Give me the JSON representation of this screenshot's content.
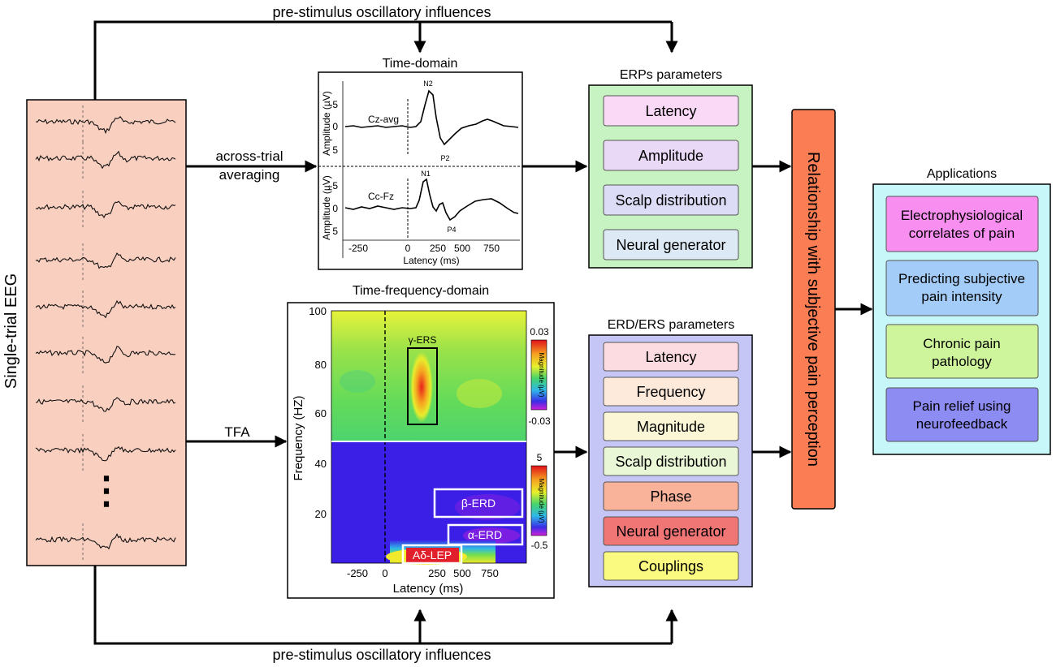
{
  "top_label": "pre-stimulus oscillatory influences",
  "bottom_label": "pre-stimulus oscillatory influences",
  "single_trial": {
    "label": "Single-trial EEG",
    "ellipsis": "⋮"
  },
  "arrow_labels": {
    "across_1": "across-trial",
    "across_2": "averaging",
    "tfa": "TFA"
  },
  "time_domain": {
    "title": "Time-domain",
    "top_panel": {
      "channel": "Cz-avg",
      "peak_neg": "N2",
      "peak_pos": "P2",
      "ylabel": "Amplitude (µV)",
      "yticks": [
        "-5",
        "0",
        "5"
      ]
    },
    "bottom_panel": {
      "channel": "Cc-Fz",
      "peak_neg": "N1",
      "peak_pos": "P4",
      "ylabel": "Amplitude (µV)",
      "yticks": [
        "-5",
        "0",
        "5"
      ]
    },
    "xticks": [
      "-250",
      "0",
      "250",
      "500",
      "750"
    ],
    "xlabel": "Latency (ms)"
  },
  "tf_domain": {
    "title": "Time-frequency-domain",
    "ylabel": "Frequency (HZ)",
    "yticks": [
      "100",
      "80",
      "60",
      "40",
      "20"
    ],
    "xticks": [
      "-250",
      "0",
      "250",
      "500",
      "750"
    ],
    "xlabel": "Latency (ms)",
    "regions": {
      "gamma": "γ-ERS",
      "beta": "β-ERD",
      "alpha": "α-ERD",
      "lep": "Aδ-LEP"
    },
    "colorbar_top": {
      "max": "0.03",
      "min": "-0.03",
      "label": "Magnitude (µV)"
    },
    "colorbar_bottom": {
      "max": "5",
      "min": "-0.5",
      "label": "Magnitude (µV)"
    }
  },
  "erp_params": {
    "title": "ERPs parameters",
    "items": [
      "Latency",
      "Amplitude",
      "Scalp distribution",
      "Neural generator"
    ]
  },
  "erd_params": {
    "title": "ERD/ERS parameters",
    "items": [
      "Latency",
      "Frequency",
      "Magnitude",
      "Scalp distribution",
      "Phase",
      "Neural generator",
      "Couplings"
    ]
  },
  "relationship": {
    "label": "Relationship with subjective pain perception"
  },
  "applications": {
    "title": "Applications",
    "items": [
      {
        "line1": "Electrophysiological",
        "line2": "correlates of pain"
      },
      {
        "line1": "Predicting subjective",
        "line2": "pain intensity"
      },
      {
        "line1": "Chronic pain",
        "line2": "pathology"
      },
      {
        "line1": "Pain relief using",
        "line2": "neurofeedback"
      }
    ]
  },
  "colors": {
    "eeg_panel": "#f9cfc0",
    "erp_panel": "#c7f2c1",
    "erd_panel": "#c6c6f6",
    "relationship": "#fb7d53",
    "applications_panel": "#c7f7f8",
    "erp_items": [
      "#fad9f7",
      "#ead8f7",
      "#dcdcf6",
      "#dde9f5"
    ],
    "erd_items": [
      "#fcdce0",
      "#fdeadb",
      "#fbf7d6",
      "#eaf7d6",
      "#f9b39b",
      "#f07575",
      "#fbfa80"
    ],
    "app_items": [
      "#f88ef0",
      "#a3cdf8",
      "#cff59c",
      "#8d8cf3"
    ]
  }
}
